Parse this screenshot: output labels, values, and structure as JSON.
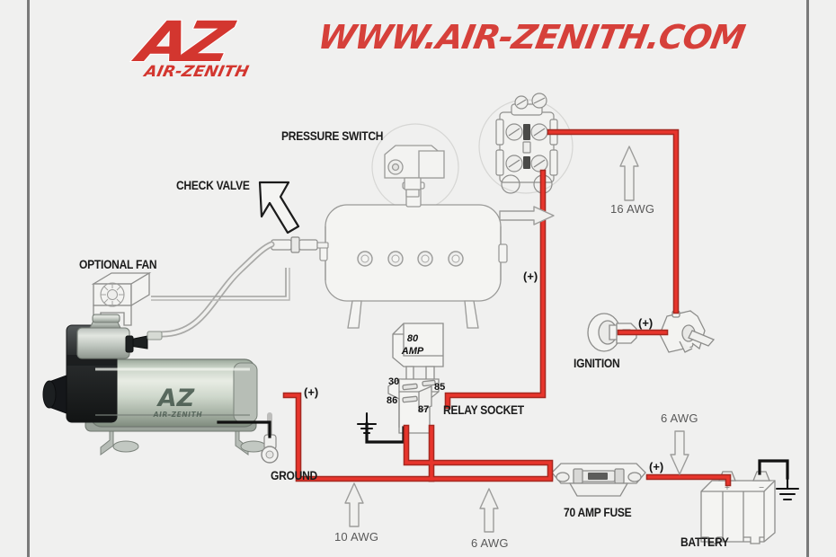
{
  "page": {
    "title": "Air Zenith Compressor Wiring Diagram",
    "background_color": "#f0f0ef",
    "border_color": "#7a7a7a"
  },
  "brand": {
    "logo_mark": "AZ",
    "logo_subtext": "AIR-ZENITH",
    "website": "WWW.AIR-ZENITH.COM",
    "red": "#d3362f",
    "wire_red": "#e8352c",
    "wire_red_outline": "#a52820",
    "wire_black": "#111111",
    "outline_gray": "#8e8e8e"
  },
  "labels": {
    "pressure_switch": "PRESSURE SWITCH",
    "check_valve": "CHECK VALVE",
    "optional_fan": "OPTIONAL FAN",
    "ignition": "IGNITION",
    "relay_socket": "RELAY SOCKET",
    "ground": "GROUND",
    "fuse": "70 AMP FUSE",
    "battery": "BATTERY"
  },
  "relay": {
    "rating_line1": "80",
    "rating_line2": "AMP",
    "terminals": [
      {
        "id": "30",
        "label": "30"
      },
      {
        "id": "85",
        "label": "85"
      },
      {
        "id": "86",
        "label": "86"
      },
      {
        "id": "87",
        "label": "87"
      }
    ]
  },
  "wire_gauges": [
    {
      "id": "awg-16",
      "label": "16 AWG",
      "direction": "up"
    },
    {
      "id": "awg-10",
      "label": "10 AWG",
      "direction": "up"
    },
    {
      "id": "awg-6-center",
      "label": "6 AWG",
      "direction": "up"
    },
    {
      "id": "awg-6-battery",
      "label": "6 AWG",
      "direction": "down"
    }
  ],
  "polarity_markers": [
    {
      "id": "plus-compressor",
      "label": "(+)"
    },
    {
      "id": "plus-pressure-switch",
      "label": "(+)"
    },
    {
      "id": "plus-ignition",
      "label": "(+)"
    },
    {
      "id": "plus-battery",
      "label": "(+)"
    }
  ],
  "components": {
    "compressor_badge": "AZ",
    "compressor_badge_sub": "AIR-ZENITH",
    "air_tank_ports": 4,
    "battery_cells": 3
  }
}
